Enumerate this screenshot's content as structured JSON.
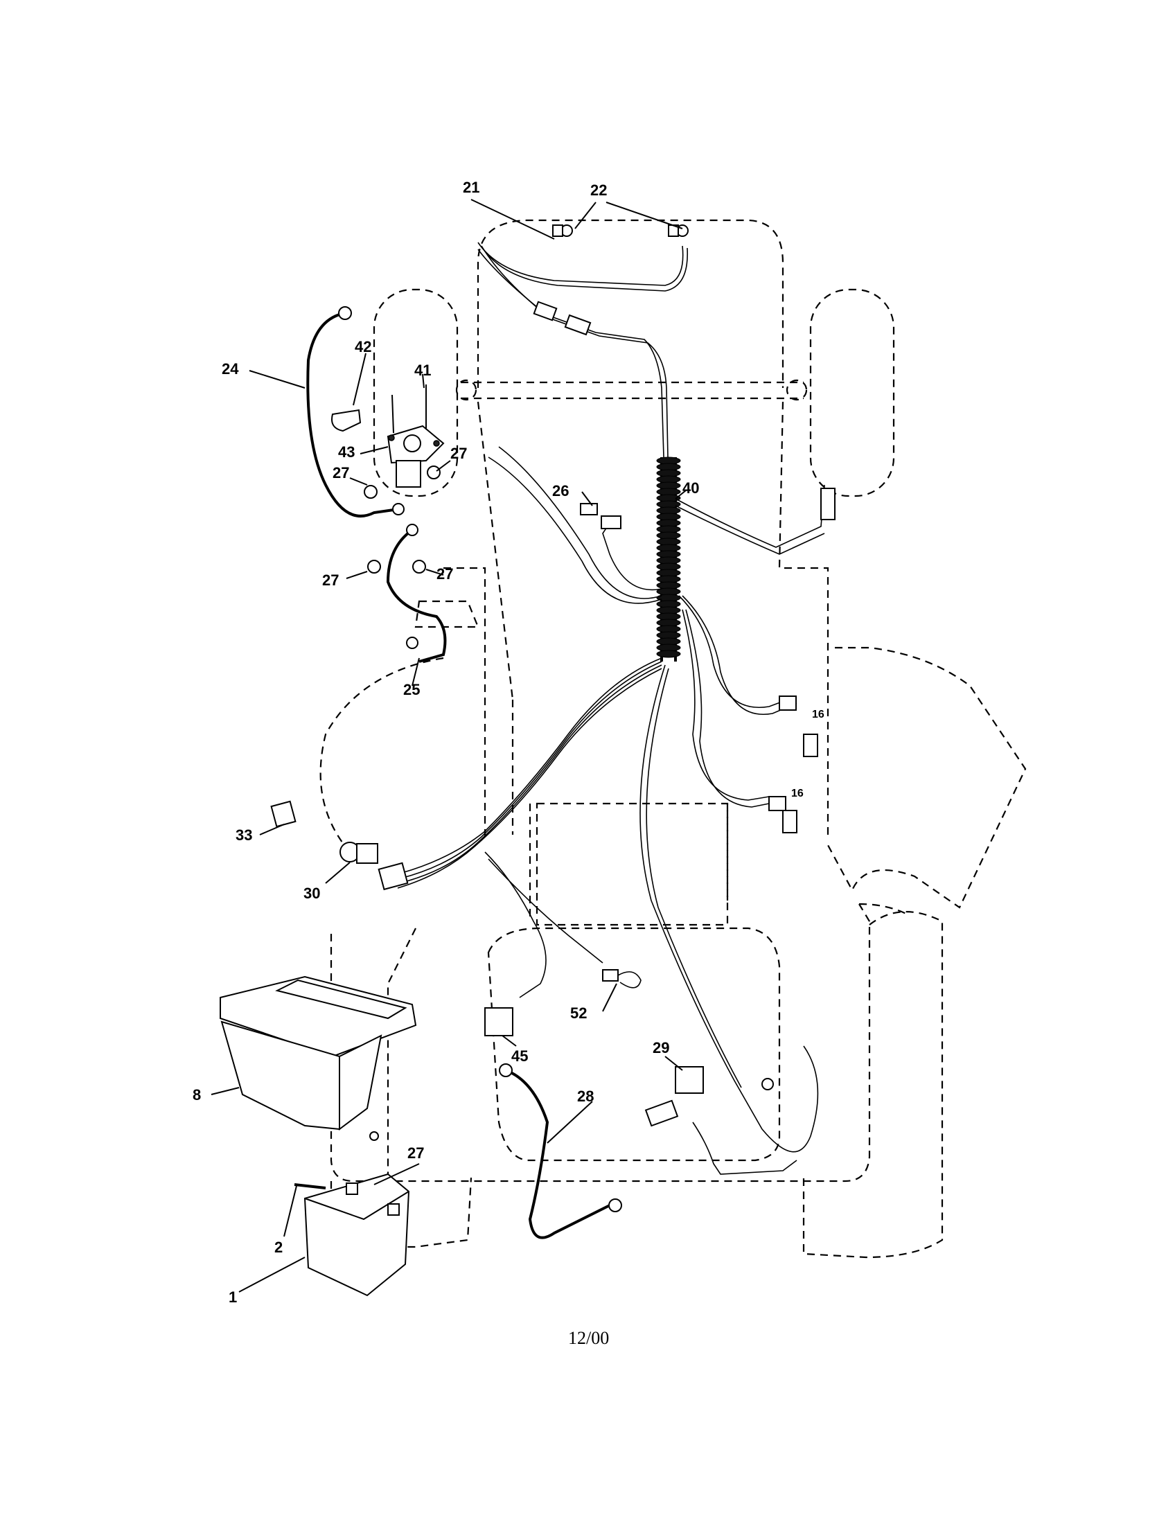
{
  "diagram": {
    "footer_date": "12/00",
    "callouts": {
      "c1": "1",
      "c2": "2",
      "c8": "8",
      "c16a": "16",
      "c16b": "16",
      "c21": "21",
      "c22": "22",
      "c24": "24",
      "c25": "25",
      "c26": "26",
      "c27a": "27",
      "c27b": "27",
      "c27c": "27",
      "c27d": "27",
      "c27e": "27",
      "c28": "28",
      "c29": "29",
      "c30": "30",
      "c33": "33",
      "c40": "40",
      "c41": "41",
      "c42": "42",
      "c43": "43",
      "c45": "45",
      "c52": "52"
    }
  }
}
